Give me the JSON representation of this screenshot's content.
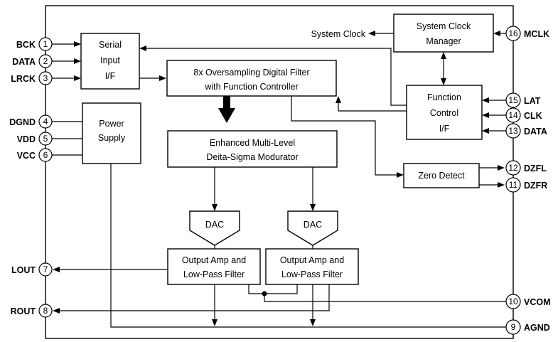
{
  "blocks": {
    "serial": [
      "Serial",
      "Input",
      "I/F"
    ],
    "filter": [
      "8x Oversampling Digital Filter",
      "with Function Controller"
    ],
    "modulator": [
      "Enhanced Multi-Level",
      "Deita-Sigma Modurator"
    ],
    "power": [
      "Power",
      "Supply"
    ],
    "clock_manager": [
      "System Clock",
      "Manager"
    ],
    "function_control": [
      "Function",
      "Control",
      "I/F"
    ],
    "zero_detect": "Zero Detect",
    "dac_left": "DAC",
    "dac_right": "DAC",
    "amp_left": [
      "Output Amp and",
      "Low-Pass Filter"
    ],
    "amp_right": [
      "Output Amp and",
      "Low-Pass Filter"
    ]
  },
  "signals": {
    "system_clock": "System Clock"
  },
  "pins_left": [
    {
      "num": "1",
      "name": "BCK"
    },
    {
      "num": "2",
      "name": "DATA"
    },
    {
      "num": "3",
      "name": "LRCK"
    },
    {
      "num": "4",
      "name": "DGND"
    },
    {
      "num": "5",
      "name": "VDD"
    },
    {
      "num": "6",
      "name": "VCC"
    },
    {
      "num": "7",
      "name": "LOUT"
    },
    {
      "num": "8",
      "name": "ROUT"
    }
  ],
  "pins_right": [
    {
      "num": "16",
      "name": "MCLK"
    },
    {
      "num": "15",
      "name": "LAT"
    },
    {
      "num": "14",
      "name": "CLK"
    },
    {
      "num": "13",
      "name": "DATA"
    },
    {
      "num": "12",
      "name": "DZFL"
    },
    {
      "num": "11",
      "name": "DZFR"
    },
    {
      "num": "10",
      "name": "VCOM"
    },
    {
      "num": "9",
      "name": "AGND"
    }
  ]
}
